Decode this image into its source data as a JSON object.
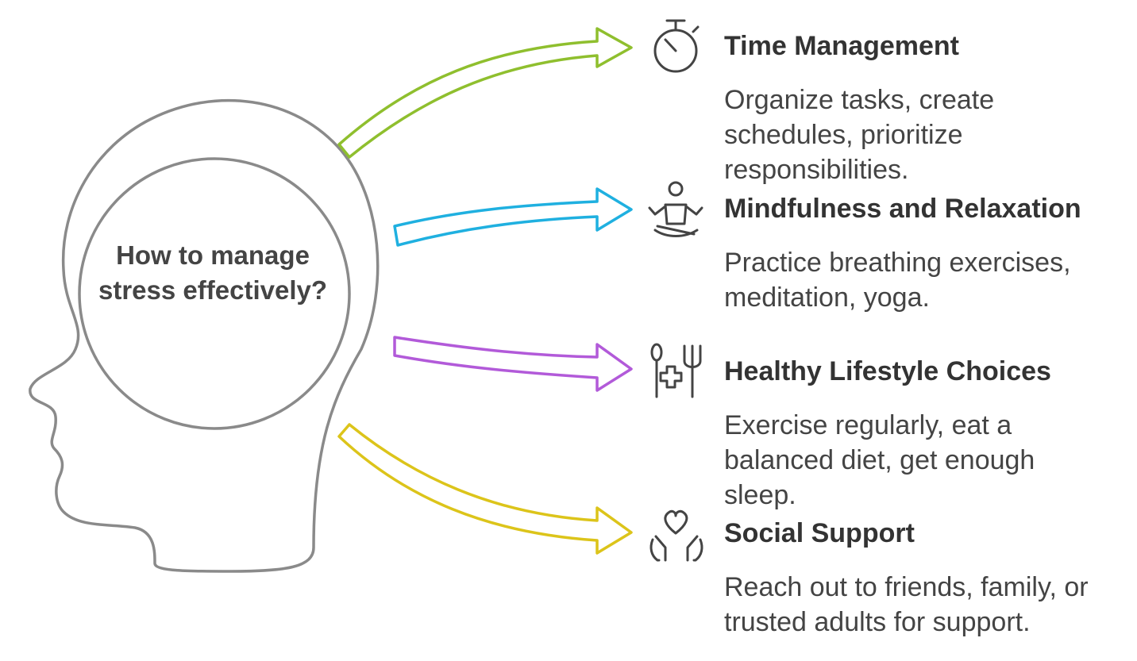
{
  "center": {
    "question": "How to manage stress effectively?"
  },
  "items": [
    {
      "title": "Time Management",
      "description": "Organize tasks, create schedules, prioritize responsibilities.",
      "icon": "stopwatch-icon",
      "color": "#8fbf2e"
    },
    {
      "title": "Mindfulness and Relaxation",
      "description": "Practice breathing exercises, meditation, yoga.",
      "icon": "meditation-icon",
      "color": "#1fb0e0"
    },
    {
      "title": "Healthy Lifestyle Choices",
      "description": "Exercise regularly, eat a balanced diet, get enough sleep.",
      "icon": "health-food-icon",
      "color": "#b25ad9"
    },
    {
      "title": "Social Support",
      "description": "Reach out to friends, family, or trusted adults for support.",
      "icon": "caring-hands-heart-icon",
      "color": "#dcc41a"
    }
  ],
  "colors": {
    "outline": "#8a8a8a",
    "text": "#444444"
  }
}
